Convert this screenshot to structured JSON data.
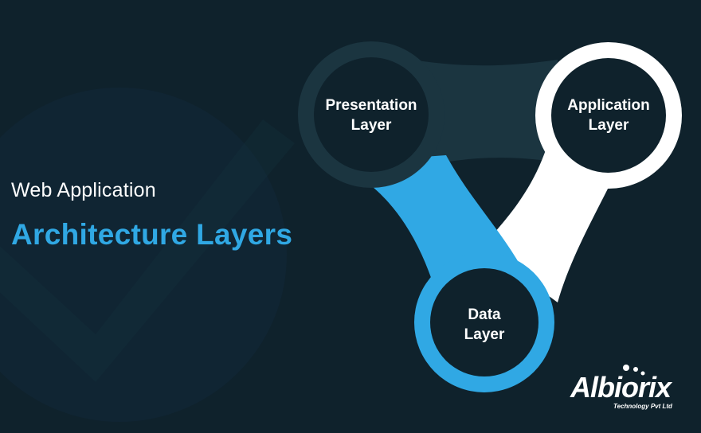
{
  "heading": {
    "line1": "Web Application",
    "line2": "Architecture Layers"
  },
  "nodes": [
    {
      "id": "presentation",
      "line1": "Presentation",
      "line2": "Layer"
    },
    {
      "id": "application",
      "line1": "Application",
      "line2": "Layer"
    },
    {
      "id": "data",
      "line1": "Data",
      "line2": "Layer"
    }
  ],
  "logo": {
    "wordmark": "Albiorix",
    "tagline": "Technology Pvt Ltd"
  },
  "colors": {
    "background": "#0f222c",
    "accent_blue": "#30a8e4",
    "dark_ring": "#1b3540",
    "white_ring": "#ffffff",
    "node_fill": "#0f222c"
  }
}
